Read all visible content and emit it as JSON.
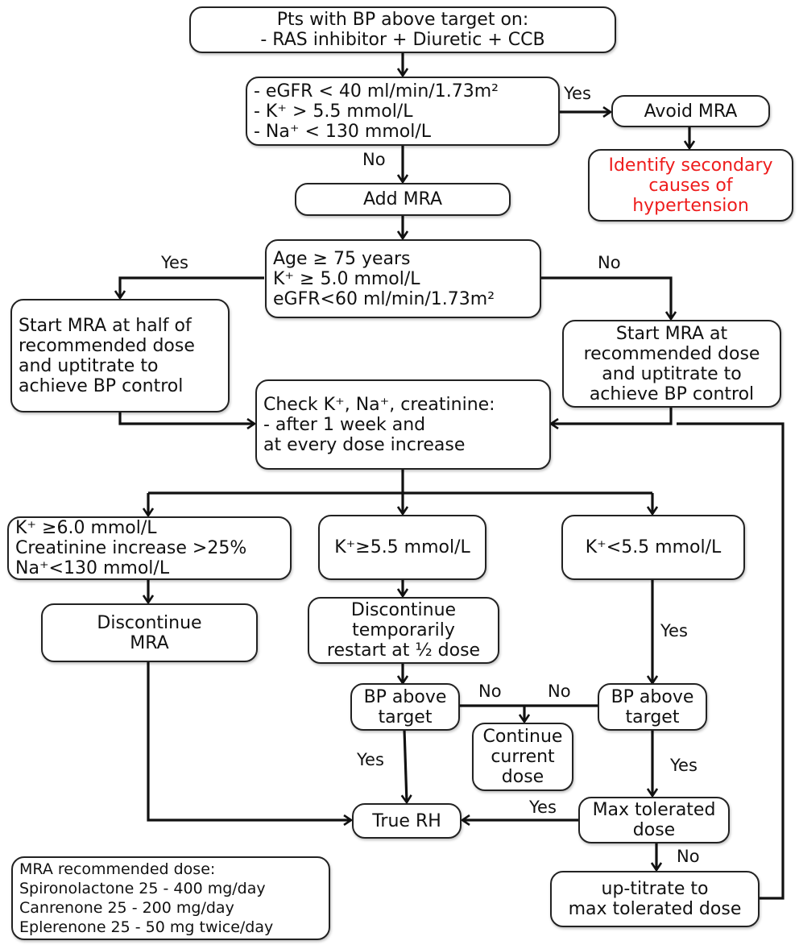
{
  "nodes": {
    "start": [
      "Pts with BP above target on:",
      "-    RAS inhibitor + Diuretic + CCB"
    ],
    "contra": [
      "- eGFR < 40 ml/min/1.73m²",
      "- K⁺ > 5.5 mmol/L",
      "- Na⁺ < 130 mmol/L"
    ],
    "avoid_mra": [
      "Avoid MRA"
    ],
    "secondary": [
      "Identify secondary",
      "causes of",
      "hypertension"
    ],
    "add_mra": [
      "Add MRA"
    ],
    "risk": [
      "Age ≥ 75 years",
      "K⁺ ≥ 5.0 mmol/L",
      "eGFR<60 ml/min/1.73m²"
    ],
    "half_dose": [
      "Start MRA at half of",
      "recommended dose",
      "and uptitrate to",
      "achieve BP control"
    ],
    "full_dose": [
      "Start MRA at",
      "recommended dose",
      "and uptitrate to",
      "achieve BP control"
    ],
    "check": [
      "Check K⁺, Na⁺, creatinine:",
      "- after 1 week and",
      "at every dose increase"
    ],
    "k6": [
      "K⁺ ≥6.0 mmol/L",
      "Creatinine increase >25%",
      "Na⁺<130 mmol/L"
    ],
    "k55": [
      "K⁺≥5.5 mmol/L"
    ],
    "klt55": [
      "K⁺<5.5 mmol/L"
    ],
    "discontinue": [
      "Discontinue",
      "MRA"
    ],
    "discontinue_temp": [
      "Discontinue",
      "temporarily",
      "restart at ½ dose"
    ],
    "bp_left": [
      "BP above",
      "target"
    ],
    "bp_right": [
      "BP above",
      "target"
    ],
    "continue": [
      "Continue",
      "current",
      "dose"
    ],
    "true_rh": [
      "True RH"
    ],
    "max_tol": [
      "Max tolerated",
      "dose"
    ],
    "uptitrate": [
      "up-titrate to",
      "max tolerated dose"
    ],
    "dose_note": [
      "MRA recommended dose:",
      "Spironolactone 25 - 400 mg/day",
      "Canrenone 25 - 200 mg/day",
      "Eplerenone 25 - 50 mg twice/day"
    ]
  },
  "labels": {
    "yes_avoid": "Yes",
    "no_add": "No",
    "yes_half": "Yes",
    "no_full": "No",
    "no_left_bp": "No",
    "no_right_bp": "No",
    "yes_left_bp": "Yes",
    "yes_klt": "Yes",
    "yes_right_bp": "Yes",
    "yes_max": "Yes",
    "no_max": "No"
  },
  "colors": {
    "stroke": "#111111",
    "warning_text": "#ee1c1c"
  }
}
